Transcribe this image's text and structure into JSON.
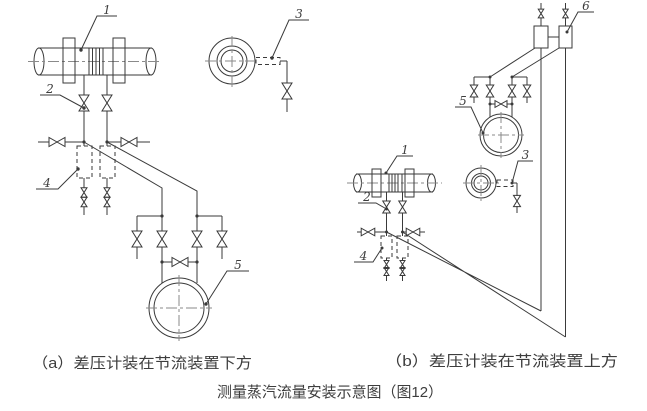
{
  "page": {
    "background": "#ffffff",
    "line_color": "#3a3a3a",
    "centerline_color": "#8a8a8a",
    "text_color": "#3d3d3d"
  },
  "captions": {
    "figure_a": "（a）差压计装在节流装置下方",
    "figure_b": "（b）差压计装在节流装置上方",
    "title": "测量蒸汽流量安装示意图（图12）"
  },
  "labels": {
    "a": {
      "orifice_device": "1",
      "isolation_valve": "2",
      "condensate_pot": "3",
      "blowdown_valve_group": "4",
      "dp_gauge": "5"
    },
    "b": {
      "orifice_device": "1",
      "isolation_valve": "2",
      "condensate_pot": "3",
      "blowdown_valve_group": "4",
      "dp_gauge": "5",
      "condensate_vessel": "6"
    }
  }
}
